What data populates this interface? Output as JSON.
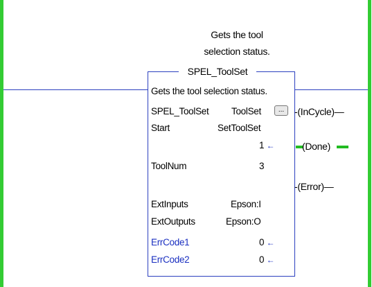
{
  "instruction": {
    "description_line1": "Gets the tool",
    "description_line2": "selection status.",
    "block_name": "SPEL_ToolSet",
    "block_description": "Gets the tool selection status.",
    "rows": {
      "instance_label": "SPEL_ToolSet",
      "instance_value": "ToolSet",
      "ellipsis_label": "...",
      "start_label": "Start",
      "start_value": "SetToolSet",
      "start_result": "1",
      "toolnum_label": "ToolNum",
      "toolnum_value": "3",
      "extinputs_label": "ExtInputs",
      "extinputs_value": "Epson:I",
      "extoutputs_label": "ExtOutputs",
      "extoutputs_value": "Epson:O",
      "errcode1_label": "ErrCode1",
      "errcode1_value": "0",
      "errcode2_label": "ErrCode2",
      "errcode2_value": "0"
    },
    "arrow_glyph": "←"
  },
  "outputs": {
    "incycle": "InCycle",
    "done": "Done",
    "error": "Error"
  },
  "colors": {
    "rail": "#33cc33",
    "wire": "#2a3fbf",
    "energized": "#22bb22",
    "parameter_text": "#1a2fc0"
  }
}
